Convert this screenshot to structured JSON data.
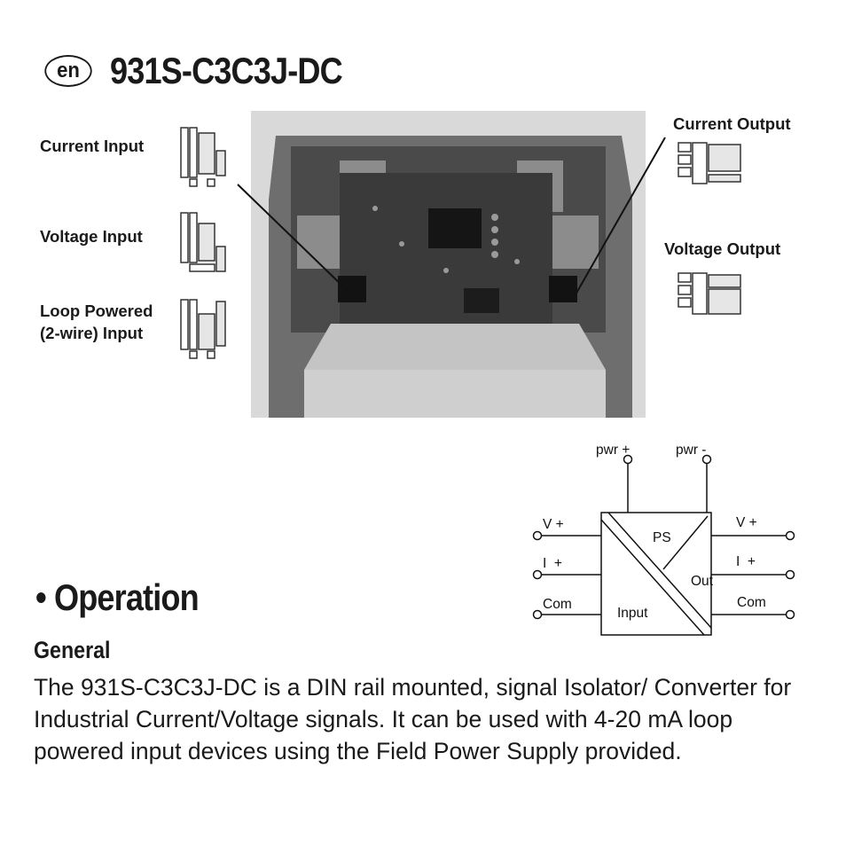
{
  "header": {
    "lang_badge": "en",
    "model": "931S-C3C3J-DC"
  },
  "config_labels": {
    "current_input": "Current Input",
    "voltage_input": "Voltage Input",
    "loop_powered_line1": "Loop Powered",
    "loop_powered_line2": "(2-wire) Input",
    "current_output": "Current Output",
    "voltage_output": "Voltage Output"
  },
  "diagram": {
    "pwr_plus": "pwr +",
    "pwr_minus": "pwr -",
    "in_v": "V +",
    "in_i": "I  +",
    "in_com": "Com",
    "out_v": "V +",
    "out_i": "I  +",
    "out_com": "Com",
    "ps": "PS",
    "out": "Out",
    "input": "Input"
  },
  "section": {
    "title": "• Operation",
    "subheading": "General",
    "body": "The 931S-C3C3J-DC is a DIN rail mounted, signal Isolator/ Converter for Industrial Current/Voltage signals. It can be used with 4-20 mA loop powered input devices using the Field Power Supply provided."
  }
}
